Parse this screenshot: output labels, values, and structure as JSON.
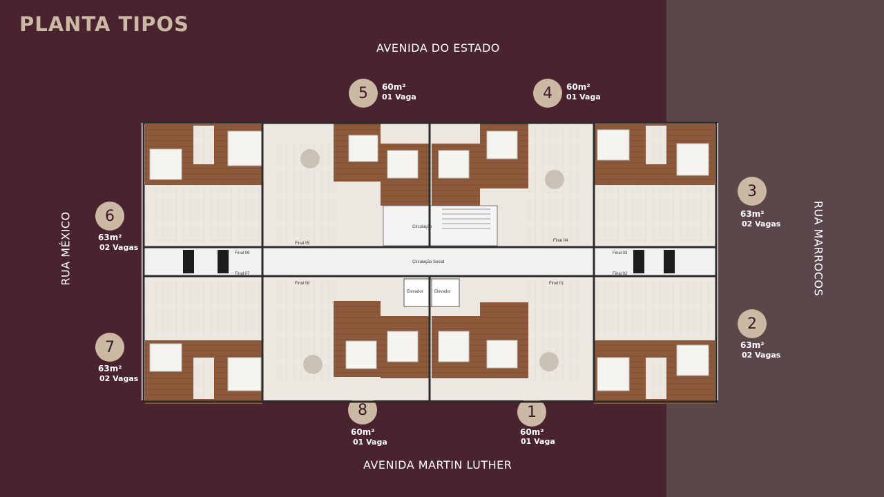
{
  "title": "PLANTA TIPOS",
  "streets": {
    "top": "AVENIDA DO ESTADO",
    "bottom": "AVENIDA MARTIN LUTHER",
    "left": "RUA MÉXICO",
    "right": "RUA MARROCOS"
  },
  "units": {
    "u1": {
      "number": "1",
      "area": "60m²",
      "parking": "01 Vaga"
    },
    "u2": {
      "number": "2",
      "area": "63m²",
      "parking": "02 Vagas"
    },
    "u3": {
      "number": "3",
      "area": "63m²",
      "parking": "02 Vagas"
    },
    "u4": {
      "number": "4",
      "area": "60m²",
      "parking": "01 Vaga"
    },
    "u5": {
      "number": "5",
      "area": "60m²",
      "parking": "01 Vaga"
    },
    "u6": {
      "number": "6",
      "area": "63m²",
      "parking": "02 Vagas"
    },
    "u7": {
      "number": "7",
      "area": "63m²",
      "parking": "02 Vagas"
    },
    "u8": {
      "number": "8",
      "area": "60m²",
      "parking": "01 Vaga"
    }
  },
  "plan_labels": {
    "final01": "Final 01",
    "final02": "Final 02",
    "final03": "Final 03",
    "final04": "Final 04",
    "final05": "Final 05",
    "final06": "Final 06",
    "final07": "Final 07",
    "final08": "Final 08",
    "circulacao_social": "Circulação Social",
    "circulacao": "Circulação",
    "elevador": "Elevador"
  },
  "colors": {
    "background": "#4a2330",
    "right_band": "#5b4649",
    "accent": "#cbb9a4",
    "wall": "#2b2b2b",
    "floor_light": "#ece8e1",
    "floor_wood": "#8c5a3b"
  }
}
